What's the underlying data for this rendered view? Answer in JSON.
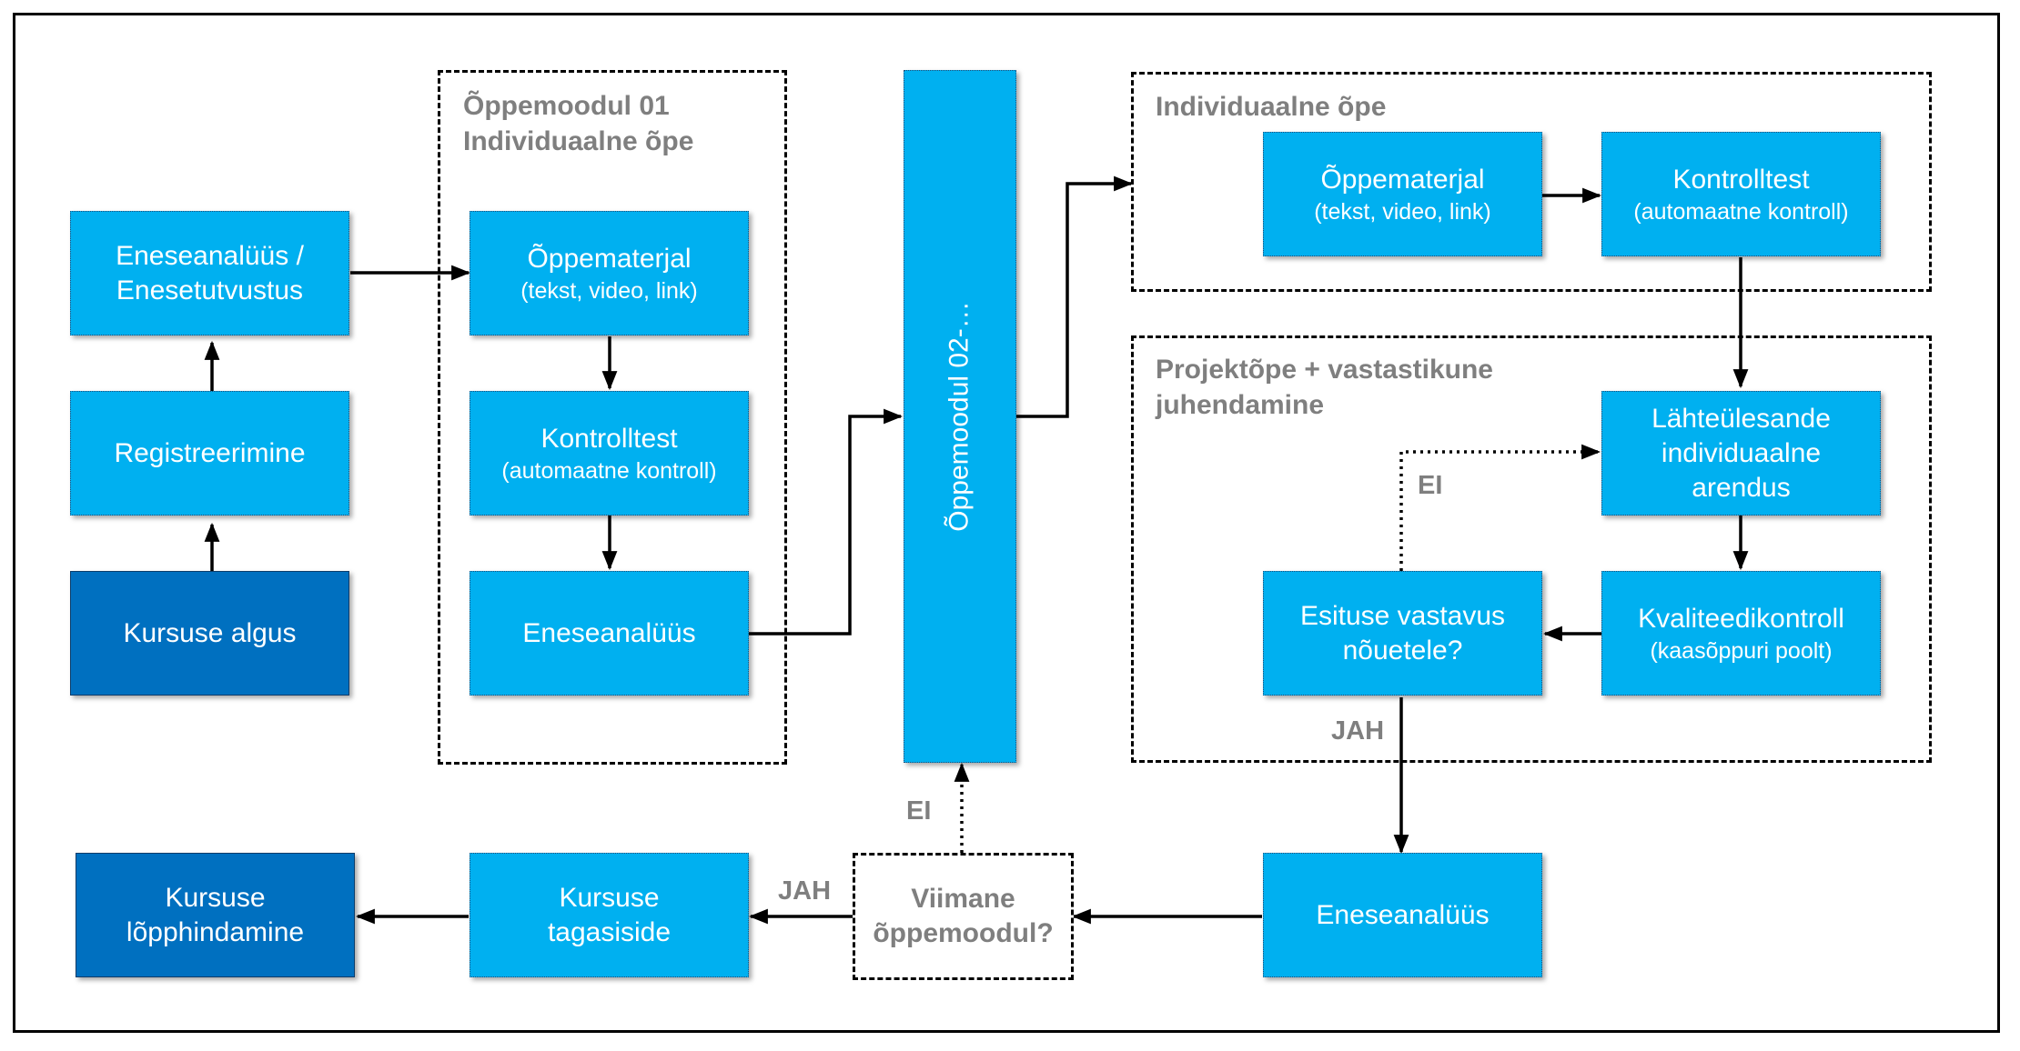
{
  "groups": {
    "module01": {
      "title": "Õppemoodul 01\nIndividuaalne õpe"
    },
    "individual": {
      "title": "Individuaalne õpe"
    },
    "project": {
      "title": "Projektõpe + vastastikune\njuhendamine"
    }
  },
  "nodes": {
    "start": {
      "title": "Kursuse algus"
    },
    "registration": {
      "title": "Registreerimine"
    },
    "self_analysis_intro": {
      "title": "Eneseanalüüs /\nEnesetutvustus"
    },
    "m1_material": {
      "title": "Õppematerjal",
      "subtitle": "(tekst, video, link)"
    },
    "m1_test": {
      "title": "Kontrolltest",
      "subtitle": "(automaatne kontroll)"
    },
    "m1_self_analysis": {
      "title": "Eneseanalüüs"
    },
    "module02": {
      "title": "Õppemoodul 02-…"
    },
    "ind_material": {
      "title": "Õppematerjal",
      "subtitle": "(tekst, video, link)"
    },
    "ind_test": {
      "title": "Kontrolltest",
      "subtitle": "(automaatne kontroll)"
    },
    "task_dev": {
      "title": "Lähteülesande\nindividuaalne\narendus"
    },
    "quality": {
      "title": "Kvaliteedikontroll",
      "subtitle": "(kaasõppuri poolt)"
    },
    "compliance": {
      "title": "Esituse vastavus\nnõuetele?"
    },
    "final_self_analysis": {
      "title": "Eneseanalüüs"
    },
    "last_module": {
      "title": "Viimane\nõppemoodul?"
    },
    "feedback": {
      "title": "Kursuse\ntagasiside"
    },
    "final_grade": {
      "title": "Kursuse\nlõpphindamine"
    }
  },
  "edge_labels": {
    "compliance_no": "EI",
    "compliance_yes": "JAH",
    "last_no": "EI",
    "last_yes": "JAH"
  }
}
